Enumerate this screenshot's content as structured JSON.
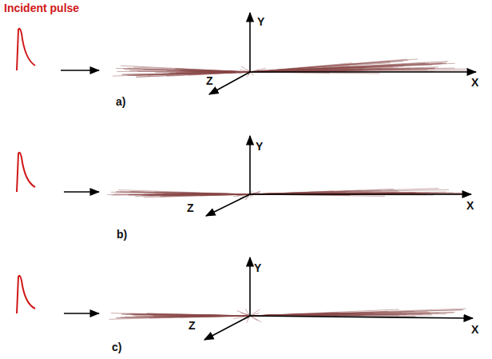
{
  "diagram": {
    "labels": [
      "Incident pulse",
      "Y",
      "X",
      "Z",
      "a)",
      "Y",
      "X",
      "Z",
      "b)",
      "Y",
      "X",
      "Z",
      "c)"
    ]
  }
}
